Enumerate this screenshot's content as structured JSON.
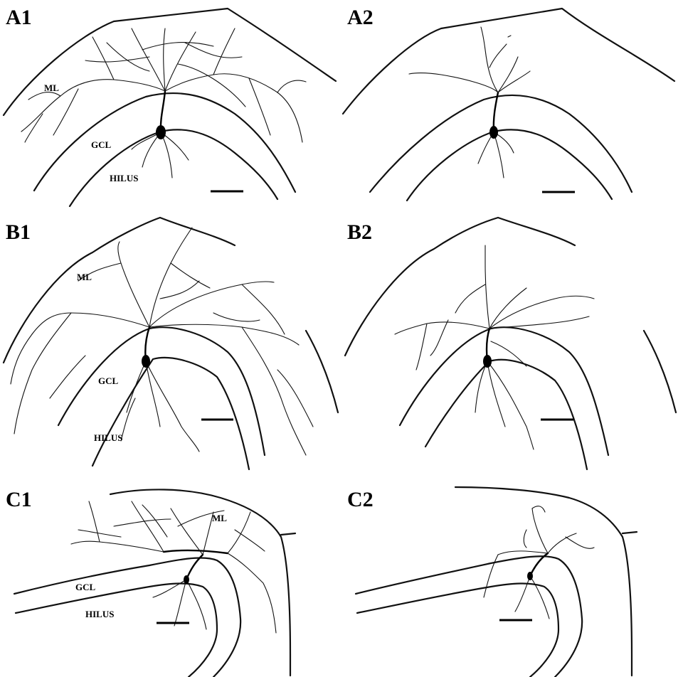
{
  "panels": [
    {
      "id": "A1",
      "label": "A1",
      "regions": {
        "ml": "ML",
        "gcl": "GCL",
        "hilus": "HILUS"
      }
    },
    {
      "id": "A2",
      "label": "A2"
    },
    {
      "id": "B1",
      "label": "B1",
      "regions": {
        "ml": "ML",
        "gcl": "GCL",
        "hilus": "HILUS"
      }
    },
    {
      "id": "B2",
      "label": "B2"
    },
    {
      "id": "C1",
      "label": "C1",
      "regions": {
        "ml": "ML",
        "gcl": "GCL",
        "hilus": "HILUS"
      }
    },
    {
      "id": "C2",
      "label": "C2"
    }
  ],
  "colors": {
    "ink": "#000000",
    "background": "#ffffff"
  }
}
